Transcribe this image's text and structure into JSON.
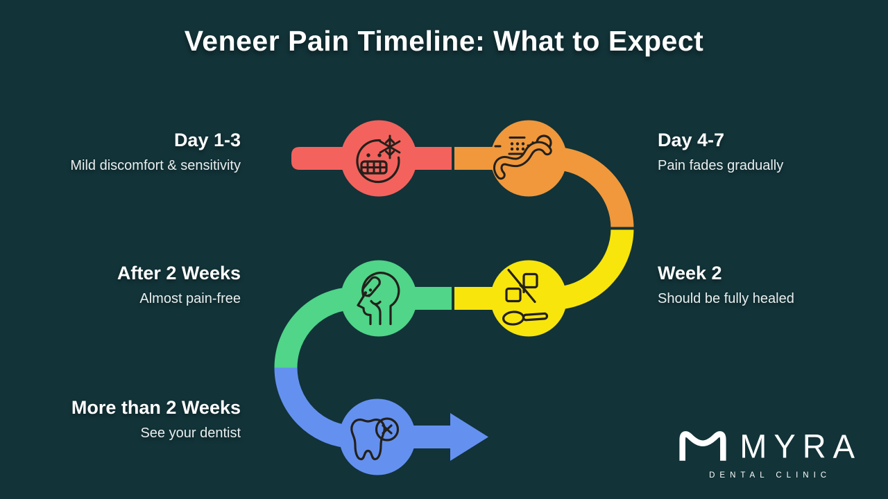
{
  "title": "Veneer Pain Timeline: What to Expect",
  "steps": [
    {
      "label": "Day 1-3",
      "description": "Mild discomfort & sensitivity",
      "color": "#F4625D",
      "icon": "cold-sensitive-tooth-icon",
      "side": "left"
    },
    {
      "label": "Day 4-7",
      "description": "Pain fades gradually",
      "color": "#F0983B",
      "icon": "pain-fading-route-icon",
      "side": "right"
    },
    {
      "label": "Week 2",
      "description": "Should be fully healed",
      "color": "#F8E50C",
      "icon": "no-hard-foods-spoon-icon",
      "side": "right"
    },
    {
      "label": "After 2 Weeks",
      "description": "Almost pain-free",
      "color": "#50D589",
      "icon": "head-pain-relief-icon",
      "side": "left"
    },
    {
      "label": "More than 2 Weeks",
      "description": "See your dentist",
      "color": "#6491F0",
      "icon": "tooth-alert-icon",
      "side": "left"
    }
  ],
  "colors": {
    "background": "#123338",
    "icon_stroke": "#23201B",
    "text": "#FFFFFF",
    "subtext": "#E9EFEF"
  },
  "logo": {
    "brand": "MYRA",
    "tagline": "DENTAL CLINIC"
  }
}
